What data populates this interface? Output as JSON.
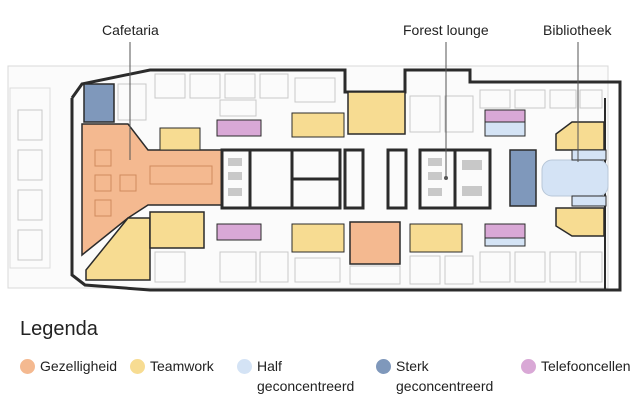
{
  "callouts": {
    "cafetaria": "Cafetaria",
    "forest_lounge": "Forest lounge",
    "bibliotheek": "Bibliotheek"
  },
  "legend": {
    "title": "Legenda",
    "items": [
      {
        "line1": "Gezelligheid",
        "line2": "",
        "color": "#f4b990"
      },
      {
        "line1": "Teamwork",
        "line2": "",
        "color": "#f7dc92"
      },
      {
        "line1": "Half",
        "line2": "geconcentreerd",
        "color": "#d4e3f5"
      },
      {
        "line1": "Sterk",
        "line2": "geconcentreerd",
        "color": "#7f98bb"
      },
      {
        "line1": "Telefooncellen",
        "line2": "",
        "color": "#d9a8d6"
      }
    ]
  },
  "colors": {
    "gezelligheid": "#f4b990",
    "teamwork": "#f7dc92",
    "half_geconcentreerd": "#d4e3f5",
    "sterk_geconcentreerd": "#7f98bb",
    "telefooncellen": "#d9a8d6",
    "walls": "#2b2b2b",
    "furniture": "#c8c8c8"
  }
}
